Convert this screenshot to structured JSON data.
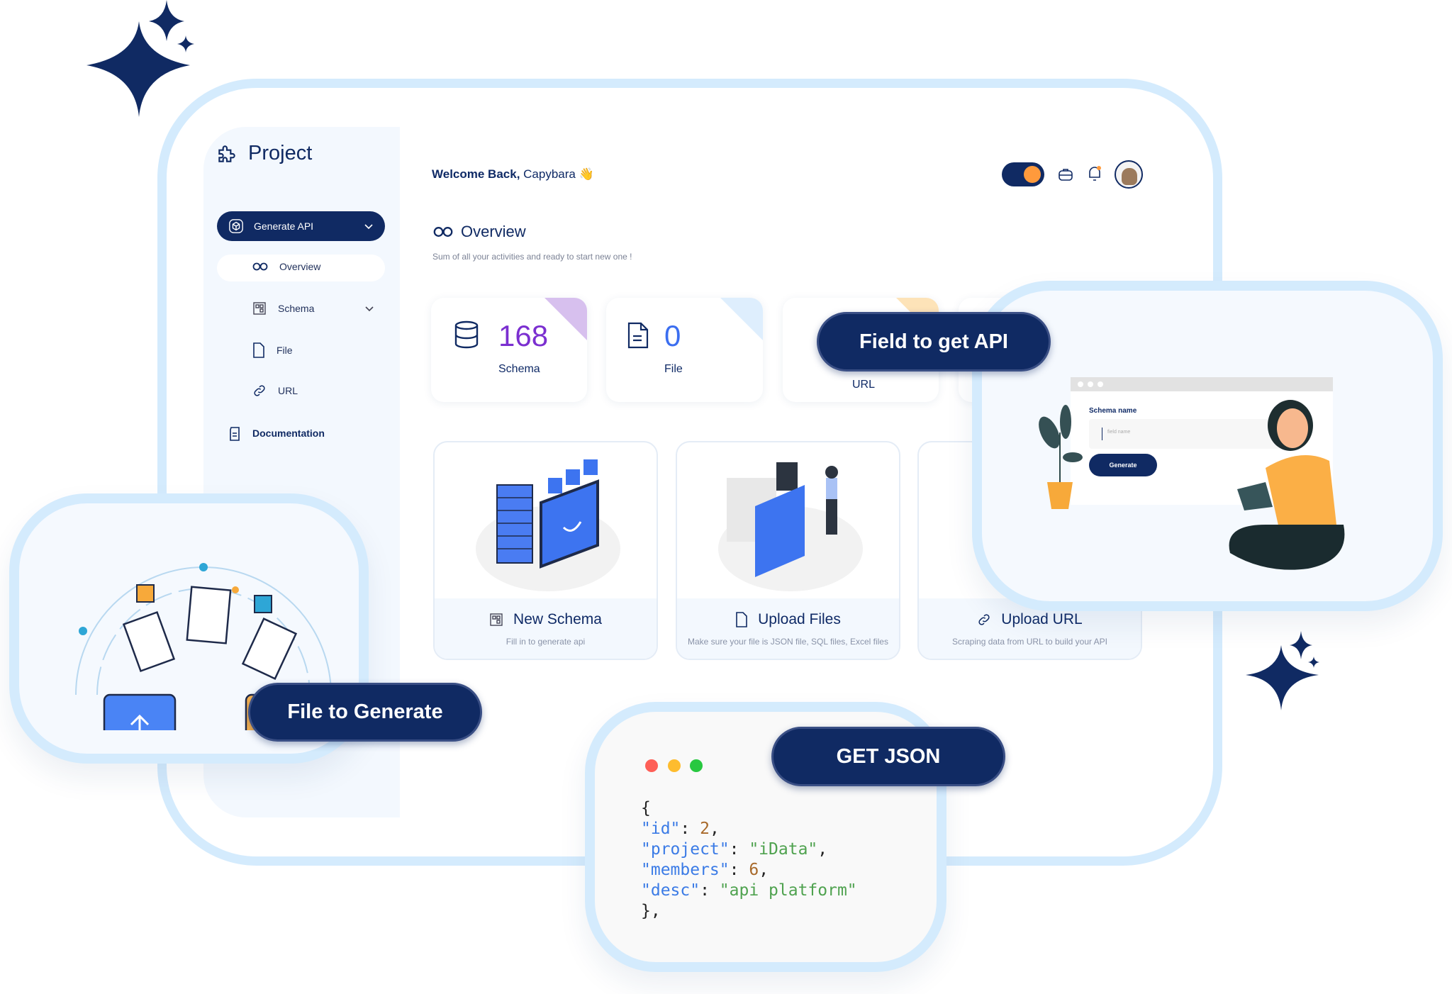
{
  "sidebar": {
    "title": "Project",
    "items": [
      {
        "label": "Generate API",
        "icon": "cube-icon",
        "active": true
      },
      {
        "label": "Overview",
        "icon": "glasses-icon",
        "selected": true
      },
      {
        "label": "Schema",
        "icon": "schema-icon"
      },
      {
        "label": "File",
        "icon": "file-icon"
      },
      {
        "label": "URL",
        "icon": "link-icon"
      },
      {
        "label": "Documentation",
        "icon": "document-icon"
      }
    ]
  },
  "header": {
    "welcome_bold": "Welcome Back,",
    "welcome_name": "Capybara",
    "wave": "👋",
    "toggle_on": true
  },
  "overview": {
    "title": "Overview",
    "subtitle": "Sum of all your activities and ready to start new one !"
  },
  "stats": [
    {
      "value": "168",
      "label": "Schema",
      "color": "#7b2fd0",
      "corner": "#d7c0ee"
    },
    {
      "value": "0",
      "label": "File",
      "color": "#3b6ef0",
      "corner": "#deeefd"
    },
    {
      "value": "",
      "label": "URL",
      "color": "#f5a623",
      "corner": "#fde3b8"
    }
  ],
  "actions": [
    {
      "title": "New Schema",
      "subtitle": "Fill in to generate api"
    },
    {
      "title": "Upload Files",
      "subtitle": "Make sure your file is JSON file, SQL files, Excel files"
    },
    {
      "title": "Upload URL",
      "subtitle": "Scraping data from URL to build your API"
    }
  ],
  "callouts": {
    "field": "Field to get API",
    "file": "File to Generate",
    "json": "GET JSON"
  },
  "form": {
    "label": "Schema name",
    "placeholder": "field name",
    "button": "Generate"
  },
  "json_code": {
    "open": "{",
    "lines": [
      {
        "key": "\"id\"",
        "value": "2",
        "type": "number"
      },
      {
        "key": "\"project\"",
        "value": "\"iData\"",
        "type": "string"
      },
      {
        "key": "\"members\"",
        "value": "6",
        "type": "number"
      },
      {
        "key": "\"desc\"",
        "value": "\"api platform\"",
        "type": "string"
      }
    ],
    "close": "},"
  },
  "colors": {
    "navy": "#102a63",
    "frame": "#d4ebfd",
    "accent_orange": "#ff9a3c",
    "purple": "#7b2fd0",
    "blue": "#3b6ef0"
  }
}
